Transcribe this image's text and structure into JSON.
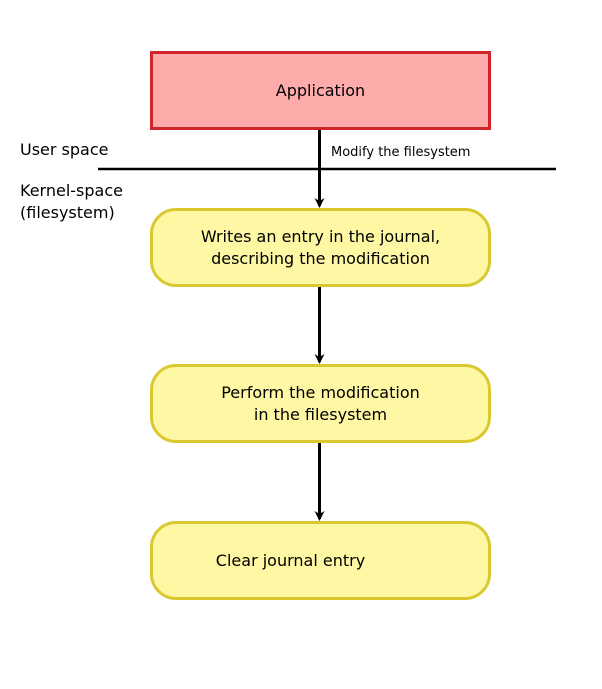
{
  "diagram": {
    "application": "Application",
    "user_space": "User space",
    "kernel_space": "Kernel-space\n(filesystem)",
    "edge_label": "Modify the filesystem",
    "steps": [
      "Writes an entry in the journal,\ndescribing the modification",
      "Perform the modification\nin the filesystem",
      "Clear journal entry"
    ],
    "colors": {
      "application_fill": "#fdabab",
      "application_border": "#d0262a",
      "step_fill": "#fef7a4",
      "step_border": "#d9c92f"
    }
  }
}
